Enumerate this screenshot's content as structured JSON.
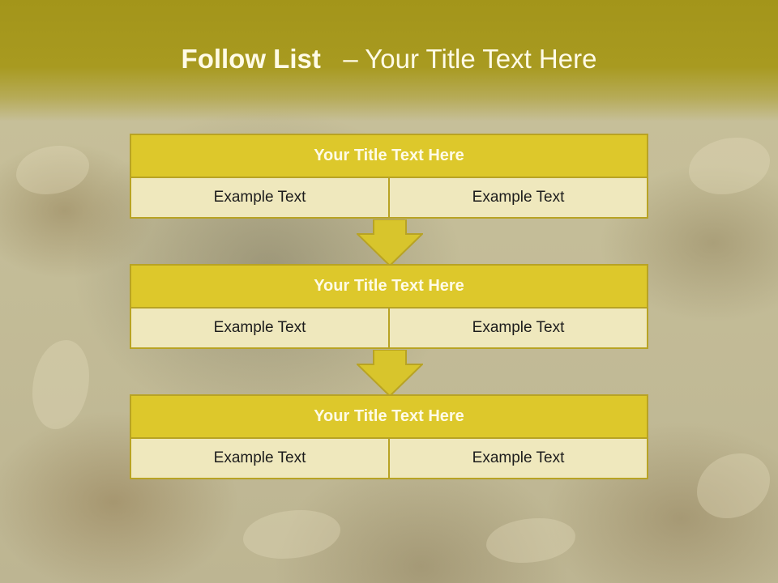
{
  "slide": {
    "title_bold": "Follow List",
    "title_rest": "– Your Title Text Here"
  },
  "steps": [
    {
      "title": "Your Title Text Here",
      "left": "Example Text",
      "right": "Example Text"
    },
    {
      "title": "Your Title Text Here",
      "left": "Example Text",
      "right": "Example Text"
    },
    {
      "title": "Your Title Text Here",
      "left": "Example Text",
      "right": "Example Text"
    }
  ],
  "colors": {
    "header": "#a89a20",
    "step_title_fill": "#ddc82b",
    "cell_fill": "#efe8bd",
    "border": "#b8a324",
    "arrow": "#d8c52c"
  }
}
